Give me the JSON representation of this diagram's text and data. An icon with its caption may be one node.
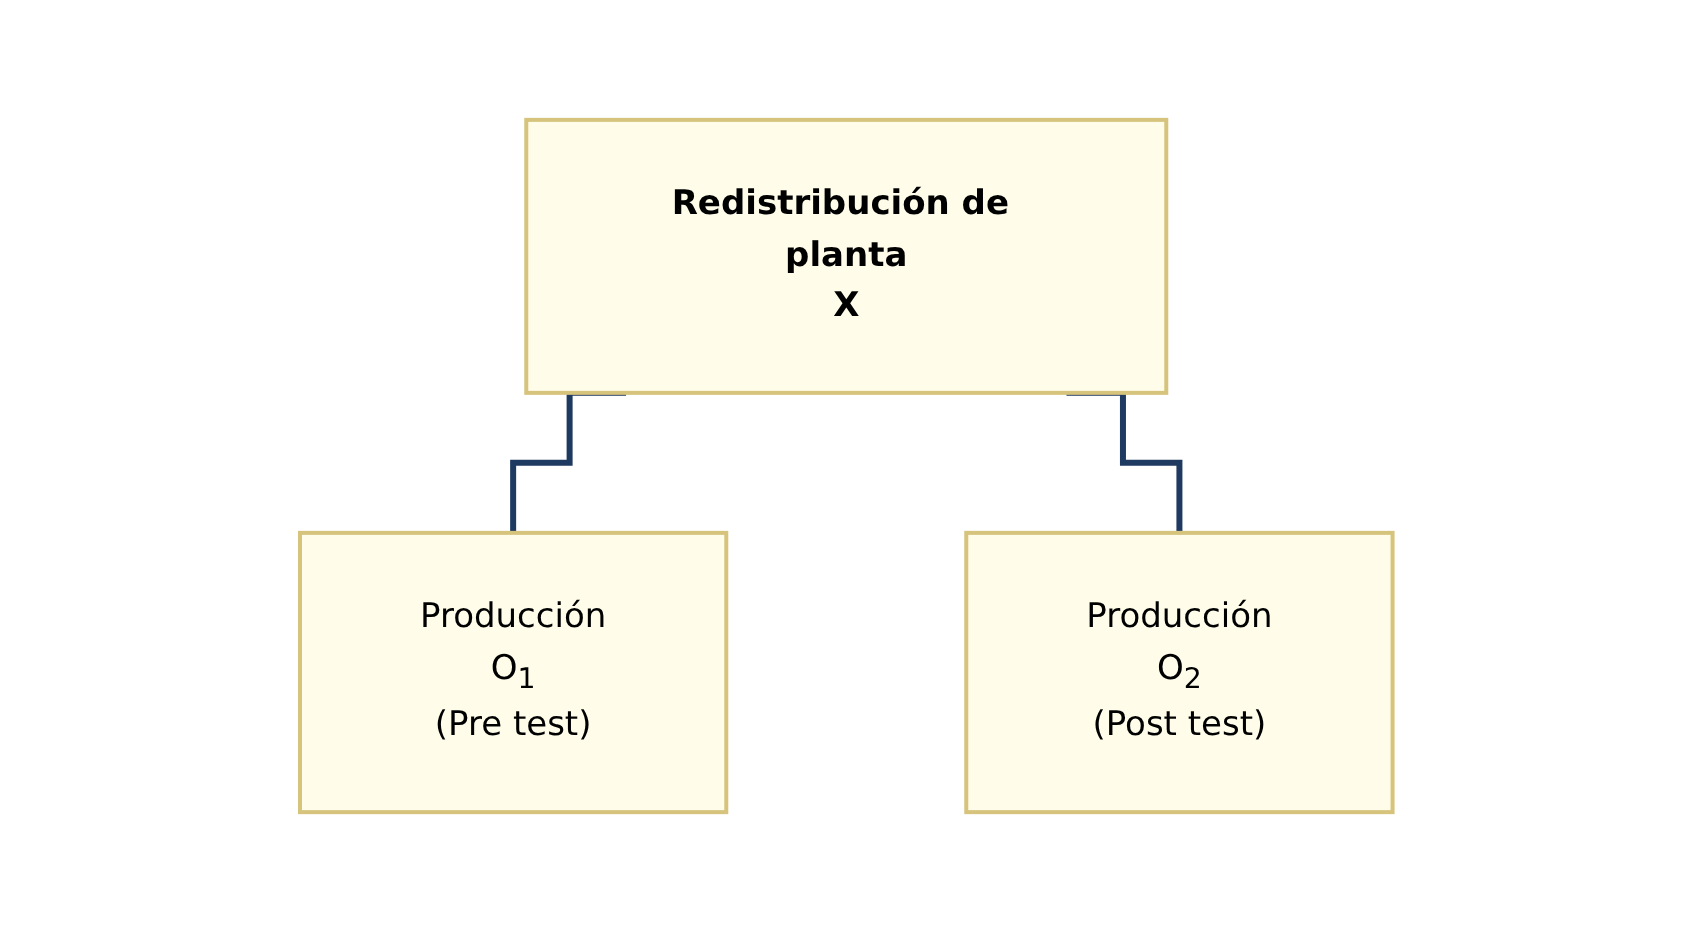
{
  "diagram": {
    "nodes": [
      {
        "text": [
          "Redistribución de planta",
          "X"
        ]
      },
      {
        "text": [
          "Producción",
          "O$_{1}$",
          "(Pre test)"
        ]
      },
      {
        "text": [
          "Producción",
          "O$_{2}$",
          "(Post test)"
        ]
      }
    ],
    "edges": [
      {
        "from": 0,
        "to": 1,
        "arrow": "none"
      },
      {
        "from": 0,
        "to": 2,
        "arrow": "none"
      }
    ]
  }
}
